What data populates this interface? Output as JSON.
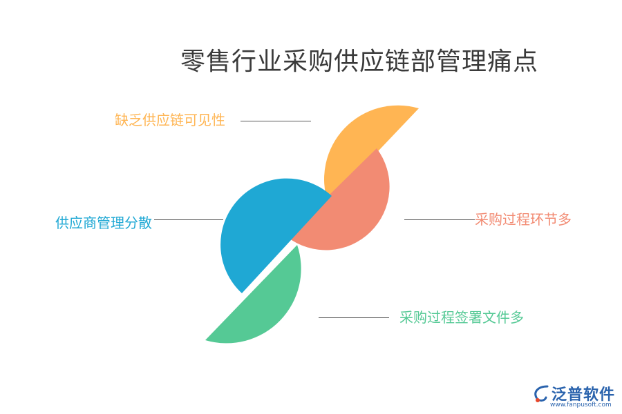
{
  "title": "零售行业采购供应链部管理痛点",
  "items": [
    {
      "label": "缺乏供应链可见性",
      "color": "#ffb553"
    },
    {
      "label": "采购过程环节多",
      "color": "#f28b73"
    },
    {
      "label": "供应商管理分散",
      "color": "#1fa8d4"
    },
    {
      "label": "采购过程签署文件多",
      "color": "#55c995"
    }
  ],
  "logo": {
    "name": "泛普软件",
    "url": "www.fanpusoft.com",
    "accent": "#2a63ad",
    "mark": "#e8472b"
  }
}
